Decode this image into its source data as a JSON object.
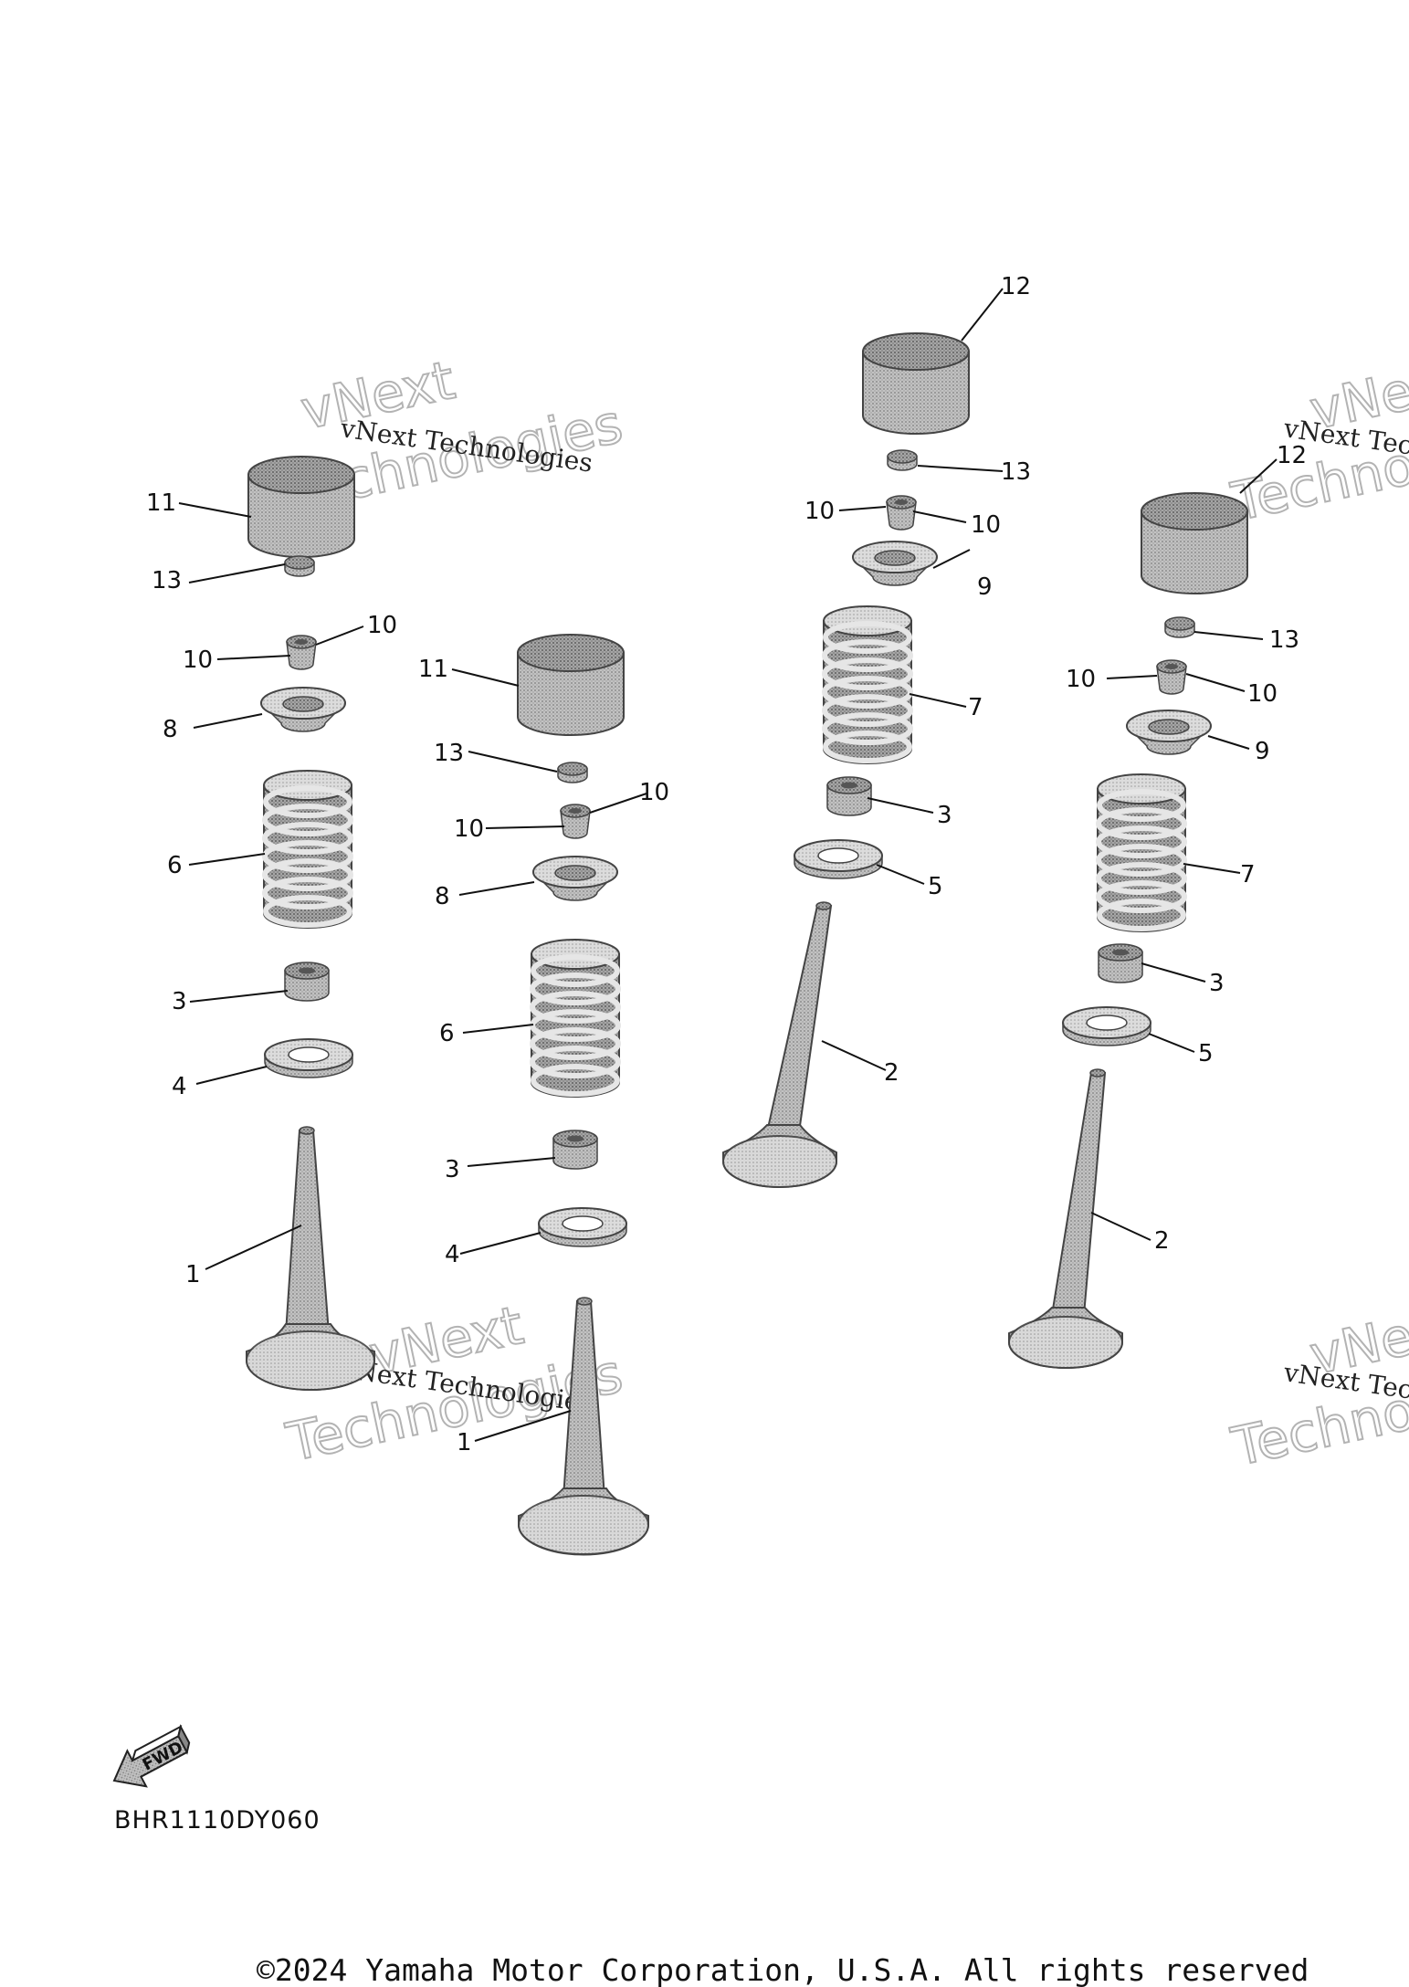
{
  "diagram_code": "BHR1110DY060",
  "copyright": "©2024 Yamaha Motor Corporation, U.S.A. All rights reserved",
  "fwd_label": "FWD",
  "watermark": {
    "small": "vNext Technologies",
    "big_line1": "vNext",
    "big_line2": "Technologies"
  },
  "labels": {
    "a_11": "11",
    "a_13": "13",
    "a_10l": "10",
    "a_10r": "10",
    "a_8": "8",
    "a_6": "6",
    "a_3": "3",
    "a_4": "4",
    "a_1": "1",
    "b_11": "11",
    "b_13": "13",
    "b_10l": "10",
    "b_10r": "10",
    "b_8": "8",
    "b_6": "6",
    "b_3": "3",
    "b_4": "4",
    "b_1": "1",
    "c_12": "12",
    "c_13": "13",
    "c_10l": "10",
    "c_10r": "10",
    "c_9": "9",
    "c_7": "7",
    "c_3": "3",
    "c_5": "5",
    "c_2": "2",
    "d_12": "12",
    "d_13": "13",
    "d_10l": "10",
    "d_10r": "10",
    "d_9": "9",
    "d_7": "7",
    "d_3": "3",
    "d_5": "5",
    "d_2": "2"
  }
}
